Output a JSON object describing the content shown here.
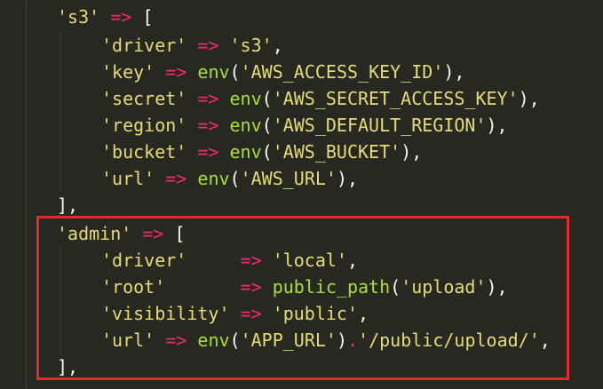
{
  "colors": {
    "background": "#272822",
    "string": "#e6db74",
    "operator": "#f92672",
    "function": "#a6e22e",
    "punctuation": "#f8f8f2",
    "highlight_border": "#e02b2b"
  },
  "code_lines": [
    {
      "tokens": [
        [
          "str",
          "'s3'"
        ],
        [
          "punc",
          " "
        ],
        [
          "op",
          "=>"
        ],
        [
          "punc",
          " ["
        ]
      ]
    },
    {
      "tokens": [
        [
          "str",
          "'driver'"
        ],
        [
          "punc",
          " "
        ],
        [
          "op",
          "=>"
        ],
        [
          "punc",
          " "
        ],
        [
          "str",
          "'s3'"
        ],
        [
          "punc",
          ","
        ]
      ]
    },
    {
      "tokens": [
        [
          "str",
          "'key'"
        ],
        [
          "punc",
          " "
        ],
        [
          "op",
          "=>"
        ],
        [
          "punc",
          " "
        ],
        [
          "fn",
          "env"
        ],
        [
          "punc",
          "("
        ],
        [
          "str",
          "'AWS_ACCESS_KEY_ID'"
        ],
        [
          "punc",
          "),"
        ]
      ]
    },
    {
      "tokens": [
        [
          "str",
          "'secret'"
        ],
        [
          "punc",
          " "
        ],
        [
          "op",
          "=>"
        ],
        [
          "punc",
          " "
        ],
        [
          "fn",
          "env"
        ],
        [
          "punc",
          "("
        ],
        [
          "str",
          "'AWS_SECRET_ACCESS_KEY'"
        ],
        [
          "punc",
          "),"
        ]
      ]
    },
    {
      "tokens": [
        [
          "str",
          "'region'"
        ],
        [
          "punc",
          " "
        ],
        [
          "op",
          "=>"
        ],
        [
          "punc",
          " "
        ],
        [
          "fn",
          "env"
        ],
        [
          "punc",
          "("
        ],
        [
          "str",
          "'AWS_DEFAULT_REGION'"
        ],
        [
          "punc",
          "),"
        ]
      ]
    },
    {
      "tokens": [
        [
          "str",
          "'bucket'"
        ],
        [
          "punc",
          " "
        ],
        [
          "op",
          "=>"
        ],
        [
          "punc",
          " "
        ],
        [
          "fn",
          "env"
        ],
        [
          "punc",
          "("
        ],
        [
          "str",
          "'AWS_BUCKET'"
        ],
        [
          "punc",
          "),"
        ]
      ]
    },
    {
      "tokens": [
        [
          "str",
          "'url'"
        ],
        [
          "punc",
          " "
        ],
        [
          "op",
          "=>"
        ],
        [
          "punc",
          " "
        ],
        [
          "fn",
          "env"
        ],
        [
          "punc",
          "("
        ],
        [
          "str",
          "'AWS_URL'"
        ],
        [
          "punc",
          "),"
        ]
      ]
    },
    {
      "tokens": [
        [
          "punc",
          "],"
        ]
      ]
    },
    {
      "tokens": [
        [
          "str",
          "'admin'"
        ],
        [
          "punc",
          " "
        ],
        [
          "op",
          "=>"
        ],
        [
          "punc",
          " ["
        ]
      ]
    },
    {
      "tokens": [
        [
          "str",
          "'driver'"
        ],
        [
          "punc",
          "     "
        ],
        [
          "op",
          "=>"
        ],
        [
          "punc",
          " "
        ],
        [
          "str",
          "'local'"
        ],
        [
          "punc",
          ","
        ]
      ]
    },
    {
      "tokens": [
        [
          "str",
          "'root'"
        ],
        [
          "punc",
          "       "
        ],
        [
          "op",
          "=>"
        ],
        [
          "punc",
          " "
        ],
        [
          "fn",
          "public_path"
        ],
        [
          "punc",
          "("
        ],
        [
          "str",
          "'upload'"
        ],
        [
          "punc",
          "),"
        ]
      ]
    },
    {
      "tokens": [
        [
          "str",
          "'visibility'"
        ],
        [
          "punc",
          " "
        ],
        [
          "op",
          "=>"
        ],
        [
          "punc",
          " "
        ],
        [
          "str",
          "'public'"
        ],
        [
          "punc",
          ","
        ]
      ]
    },
    {
      "tokens": [
        [
          "str",
          "'url'"
        ],
        [
          "punc",
          " "
        ],
        [
          "op",
          "=>"
        ],
        [
          "punc",
          " "
        ],
        [
          "fn",
          "env"
        ],
        [
          "punc",
          "("
        ],
        [
          "str",
          "'APP_URL'"
        ],
        [
          "punc",
          ")"
        ],
        [
          "op",
          "."
        ],
        [
          "str",
          "'/public/upload/'"
        ],
        [
          "punc",
          ","
        ]
      ]
    },
    {
      "tokens": [
        [
          "punc",
          "],"
        ]
      ]
    }
  ]
}
